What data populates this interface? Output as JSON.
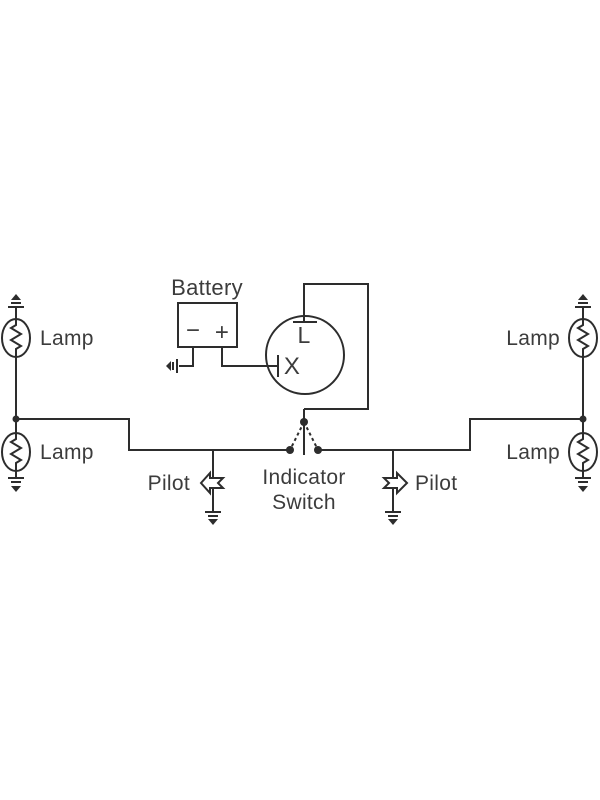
{
  "colors": {
    "ink": "#2d2d2d",
    "text": "#3c3c3c",
    "background": "#ffffff"
  },
  "battery": {
    "label": "Battery",
    "negative": "−",
    "positive": "+"
  },
  "flasher": {
    "terminal_top": "L",
    "terminal_side": "X"
  },
  "indicator_switch": {
    "label_line1": "Indicator",
    "label_line2": "Switch"
  },
  "lamps": {
    "top_left": "Lamp",
    "bottom_left": "Lamp",
    "top_right": "Lamp",
    "bottom_right": "Lamp"
  },
  "pilots": {
    "left": "Pilot",
    "right": "Pilot"
  }
}
